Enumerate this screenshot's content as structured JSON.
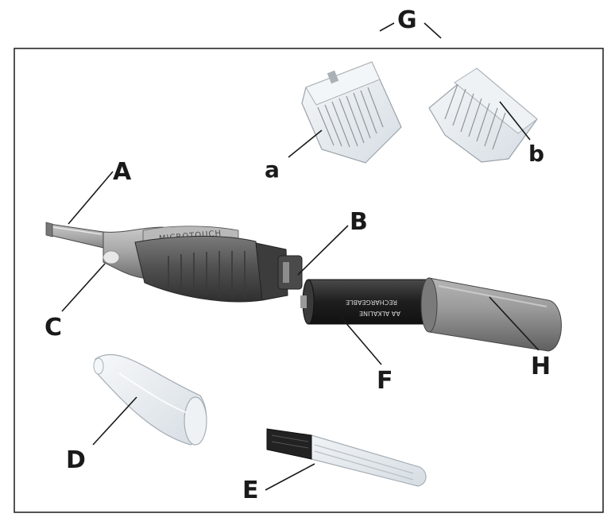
{
  "figure": {
    "labels": {
      "G": "G",
      "a": "a",
      "b": "b",
      "A": "A",
      "B": "B",
      "C": "C",
      "D": "D",
      "E": "E",
      "F": "F",
      "H": "H"
    },
    "colors": {
      "frame": "#1a1a1a",
      "metal": "#9a9a9a",
      "grip": "#555555",
      "clear": "#e9eef2",
      "battery": "#2a2a2a"
    },
    "parts": [
      {
        "key": "A",
        "icon": "trimmer-head-icon"
      },
      {
        "key": "B",
        "icon": "battery-contact-icon"
      },
      {
        "key": "C",
        "icon": "led-light-icon"
      },
      {
        "key": "D",
        "icon": "protective-cap-icon"
      },
      {
        "key": "E",
        "icon": "cleaning-brush-icon"
      },
      {
        "key": "F",
        "icon": "battery-icon"
      },
      {
        "key": "G",
        "icon": "comb-attachment-icon"
      },
      {
        "key": "H",
        "icon": "battery-cover-icon"
      }
    ]
  }
}
